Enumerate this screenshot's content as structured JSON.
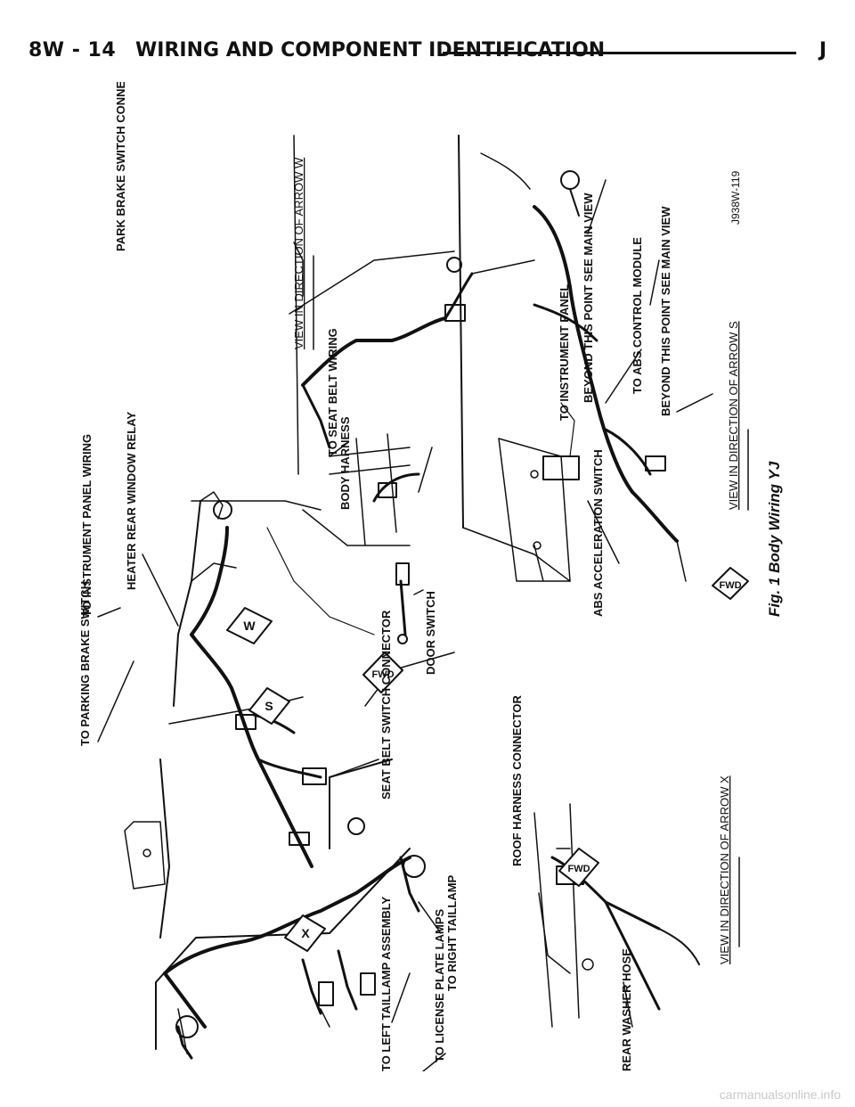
{
  "header": {
    "page_number": "8W - 14",
    "section_title": "WIRING AND COMPONENT IDENTIFICATION",
    "edition_letter": "J"
  },
  "figure": {
    "caption": "Fig. 1 Body Wiring YJ",
    "drawing_id": "J938W-119",
    "main_view_labels": {
      "parking_brake_switch": "TO PARKING BRAKE SWITCH",
      "instrument_panel_wiring": "TO INSTRUMENT PANEL WIRING",
      "heater_rear_window_relay": "HEATER REAR WINDOW RELAY",
      "seat_belt_switch_connector": "SEAT BELT SWITCH CONNECTOR",
      "left_taillamp_assembly": "TO LEFT TAILLAMP ASSEMBLY",
      "license_plate_lamps": "TO LICENSE PLATE LAMPS",
      "right_taillamp": "TO RIGHT TAILLAMP"
    },
    "door_view_labels": {
      "body_harness": "BODY HARNESS",
      "door_switch": "DOOR SWITCH"
    },
    "arrow_w_view": {
      "title": "VIEW IN DIRECTION OF ARROW W",
      "park_brake_switch_connector": "PARK BRAKE SWITCH CONNECTOR",
      "seat_belt_wiring": "TO SEAT BELT WIRING"
    },
    "arrow_s_view": {
      "title": "VIEW IN DIRECTION OF ARROW S",
      "instrument_panel": "TO INSTRUMENT PANEL",
      "beyond_point_1": "BEYOND THIS POINT SEE MAIN VIEW",
      "abs_control_module": "TO ABS CONTROL MODULE",
      "beyond_point_2": "BEYOND THIS POINT SEE MAIN VIEW",
      "abs_acceleration_switch": "ABS ACCELERATION SWITCH"
    },
    "arrow_x_view": {
      "title": "VIEW IN DIRECTION OF ARROW X",
      "roof_harness_connector": "ROOF HARNESS CONNECTOR",
      "rear_washer_hose": "REAR WASHER HOSE"
    },
    "arrow_markers": {
      "w": "W",
      "s": "S",
      "x": "X",
      "fwd": "FWD"
    }
  },
  "footer": {
    "watermark": "carmanualsonline.info"
  }
}
